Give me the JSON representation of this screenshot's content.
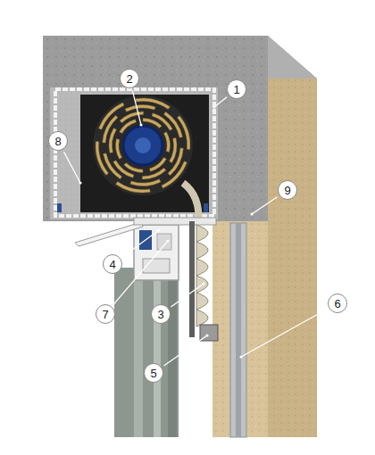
{
  "diagram": {
    "labels": [
      "2",
      "1",
      "8",
      "9",
      "4",
      "7",
      "3",
      "6",
      "5"
    ]
  }
}
